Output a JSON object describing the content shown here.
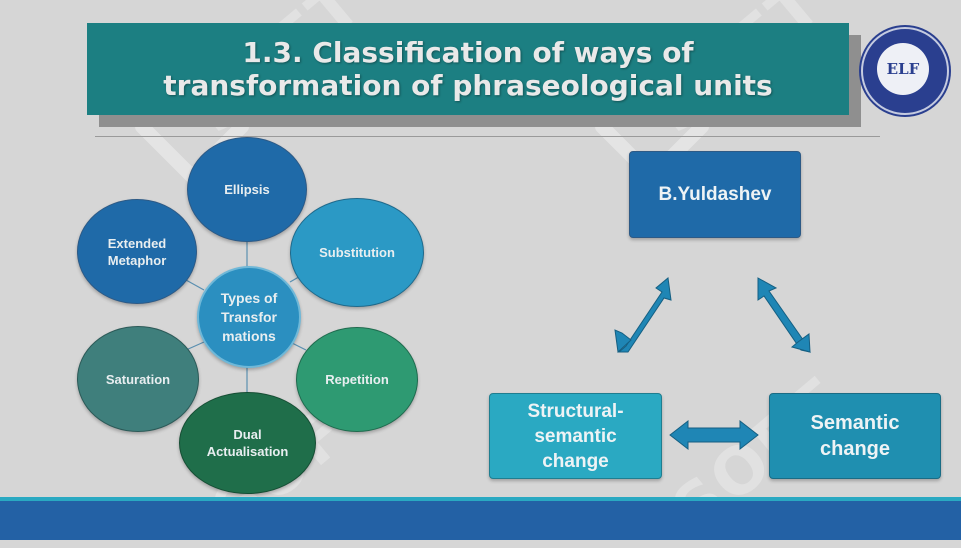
{
  "title": {
    "line1": "1.3. Classification of ways of",
    "line2": "transformation of phraseological units"
  },
  "logo": {
    "text": "ELF"
  },
  "watermark": "SOFT",
  "mindmap": {
    "center": "Types of Transfor mations",
    "nodes": {
      "ellipsis": "Ellipsis",
      "substitution": "Substitution",
      "repetition": "Repetition",
      "dual": "Dual Actualisation",
      "saturation": "Saturation",
      "metaphor": "Extended Metaphor"
    }
  },
  "triangle": {
    "top": "B.Yuldashev",
    "left": "Structural-semantic change",
    "right": "Semantic change"
  },
  "colors": {
    "title_bg": "#1c7f82",
    "dark_blue": "#1f6aa8",
    "light_blue": "#2b99c5",
    "teal_green": "#2e9a72",
    "dark_green": "#1f6e4a",
    "grey_teal": "#3f7f7c",
    "bottom_bar": "#2361a5"
  }
}
